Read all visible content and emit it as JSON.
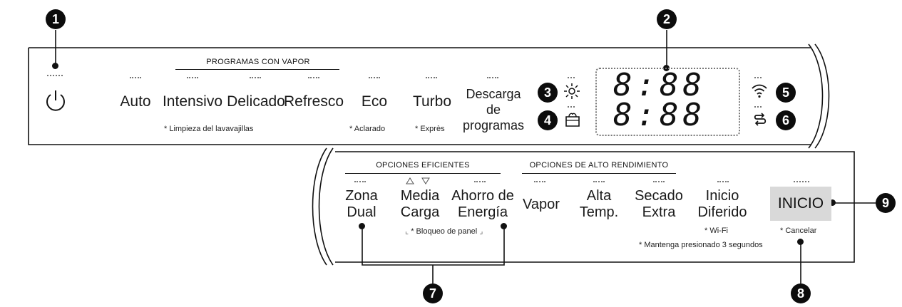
{
  "callouts": [
    "1",
    "2",
    "3",
    "4",
    "5",
    "6",
    "7",
    "8",
    "9"
  ],
  "top_panel": {
    "group_header": "PROGRAMAS CON VAPOR",
    "buttons": [
      "Auto",
      "Intensivo",
      "Delicado",
      "Refresco",
      "Eco",
      "Turbo"
    ],
    "descarga": [
      "Descarga de",
      "programas"
    ],
    "notes": {
      "intensivo": "* Limpieza del lavavajillas",
      "eco": "* Aclarado",
      "turbo": "* Exprès"
    },
    "display_digits": [
      "8:88",
      "8:88"
    ]
  },
  "bottom_panel": {
    "headers": [
      "OPCIONES EFICIENTES",
      "OPCIONES DE ALTO RENDIMIENTO"
    ],
    "buttons": [
      [
        "Zona",
        "Dual"
      ],
      [
        "Media",
        "Carga"
      ],
      [
        "Ahorro de",
        "Energía"
      ],
      [
        "Vapor",
        ""
      ],
      [
        "Alta",
        "Temp."
      ],
      [
        "Secado",
        "Extra"
      ],
      [
        "Inicio",
        "Diferido"
      ]
    ],
    "start_label": "INICIO",
    "notes": {
      "bloqueo": "* Bloqueo de panel",
      "wifi": "* Wi-Fi",
      "mantenga": "* Mantenga presionado 3 segundos",
      "cancelar": "* Cancelar"
    }
  }
}
